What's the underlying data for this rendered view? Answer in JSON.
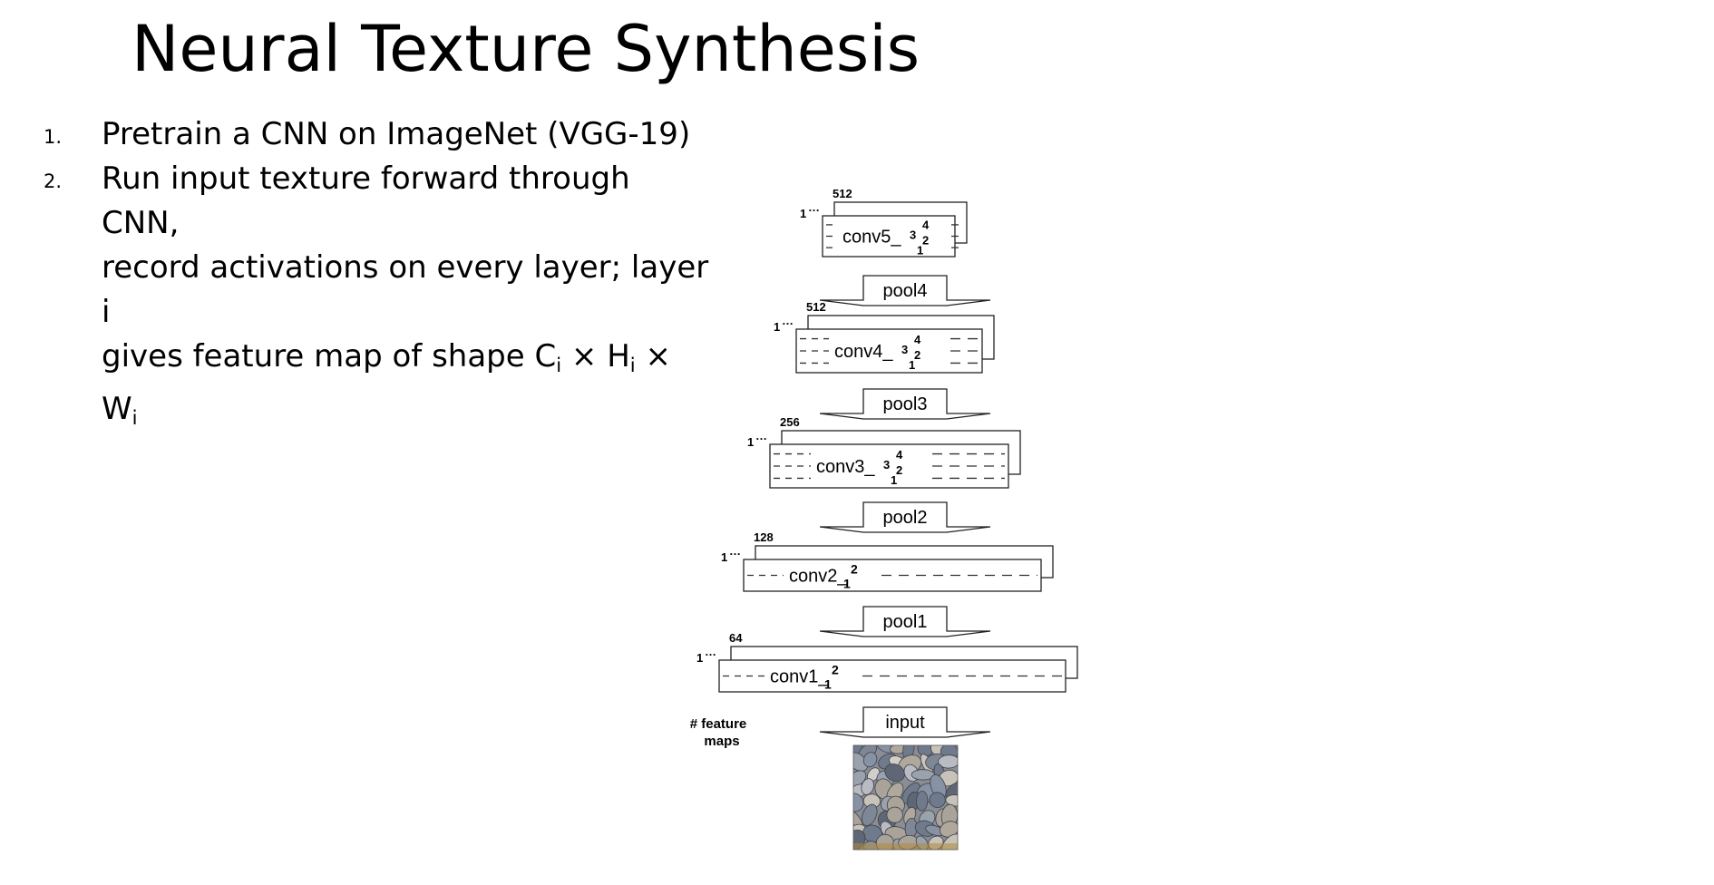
{
  "slide": {
    "title": "Neural Texture Synthesis",
    "bullets": [
      {
        "number": "1.",
        "text": "Pretrain a CNN on ImageNet (VGG-19)"
      },
      {
        "number": "2.",
        "text_lines": [
          "Run input texture forward through CNN,",
          "record activations on every layer; layer i",
          "gives feature map of shape"
        ],
        "shape_formula": {
          "parts": [
            "C",
            "i",
            " × ",
            "H",
            "i",
            " × ",
            "W",
            "i"
          ]
        }
      }
    ]
  },
  "diagram": {
    "feature_maps_label": [
      "# feature",
      "maps"
    ],
    "channel_index_start": "1",
    "input_label": "input",
    "conv_blocks": [
      {
        "name": "conv1_",
        "channels": "64",
        "sublayers": [
          "1",
          "2"
        ]
      },
      {
        "name": "conv2_",
        "channels": "128",
        "sublayers": [
          "1",
          "2"
        ]
      },
      {
        "name": "conv3_",
        "channels": "256",
        "sublayers": [
          "1",
          "2",
          "3",
          "4"
        ]
      },
      {
        "name": "conv4_",
        "channels": "512",
        "sublayers": [
          "1",
          "2",
          "3",
          "4"
        ]
      },
      {
        "name": "conv5_",
        "channels": "512",
        "sublayers": [
          "1",
          "2",
          "3",
          "4"
        ]
      }
    ],
    "pools": [
      "pool1",
      "pool2",
      "pool3",
      "pool4"
    ],
    "texture_image": "pebble-texture"
  }
}
